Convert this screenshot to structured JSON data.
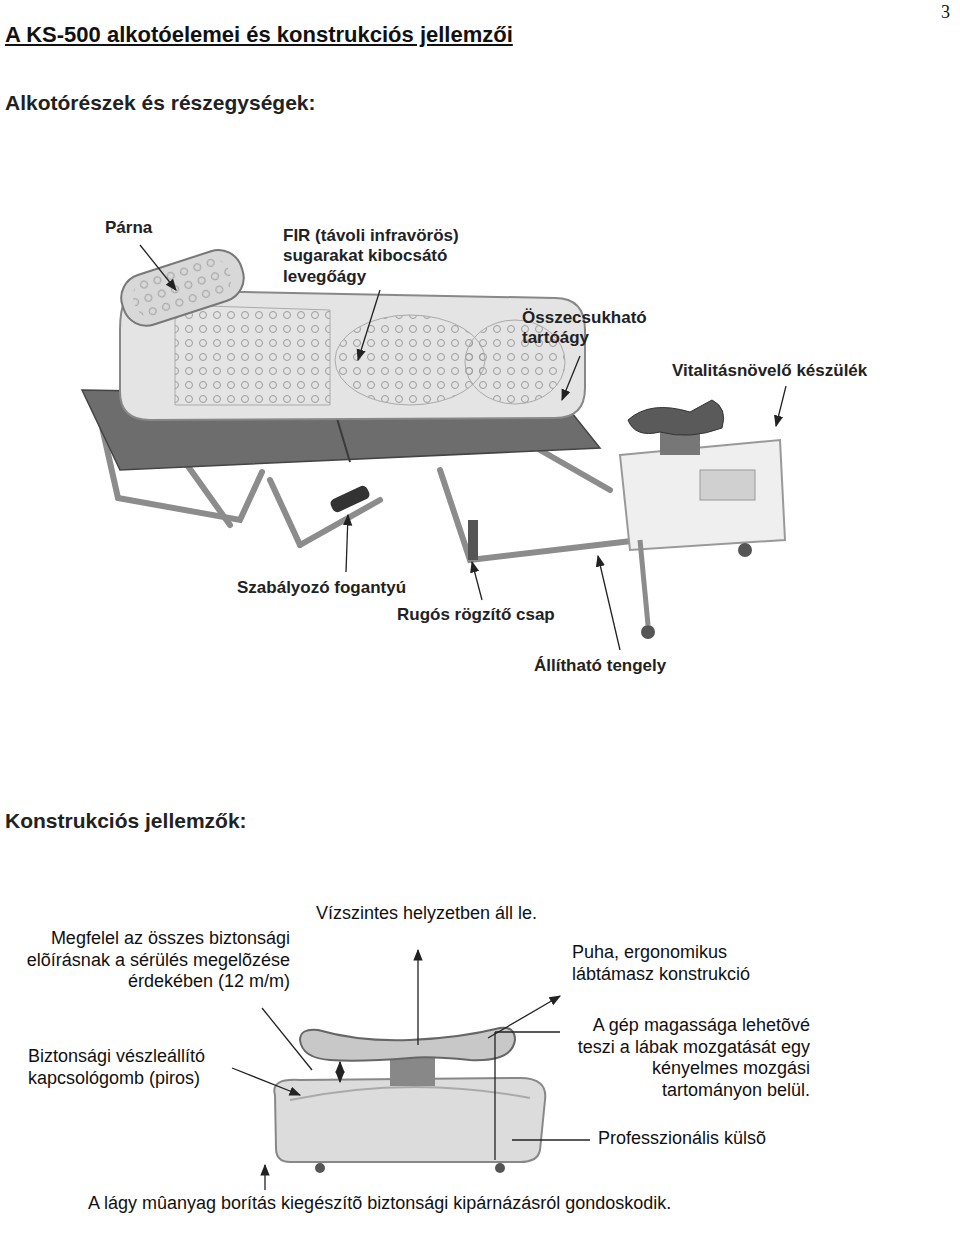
{
  "diagram": {
    "title": "A KS-500 alkotóelemei és konstrukciós jellemzői",
    "labels": [
      "3",
      "Alkotórészek és részegységek:",
      "Párna",
      "FIR (távoli infravörös) sugarakat kibocsátó levegőágy",
      "Összecsukható tartóágy",
      "Vitalitásnövelő készülék",
      "Szabályozó fogantyú",
      "Rugós rögzítő csap",
      "Állítható tengely",
      "Konstrukciós jellemzők:",
      "Vízszintes helyzetben áll le.",
      "Megfelel az összes biztonsági elõírásnak a sérülés megelõzése érdekében (12 m/m)",
      "Puha, ergonomikus lábtámasz konstrukció",
      "Biztonsági vészleállító kapcsológomb (piros)",
      "A gép magassága lehetõvé teszi a lábak mozgatását egy kényelmes mozgási tartományon belül.",
      "Professzionális külsõ",
      "A lágy mûanyag borítás kiegészítõ biztonsági kipárnázásról gondoskodik."
    ]
  }
}
